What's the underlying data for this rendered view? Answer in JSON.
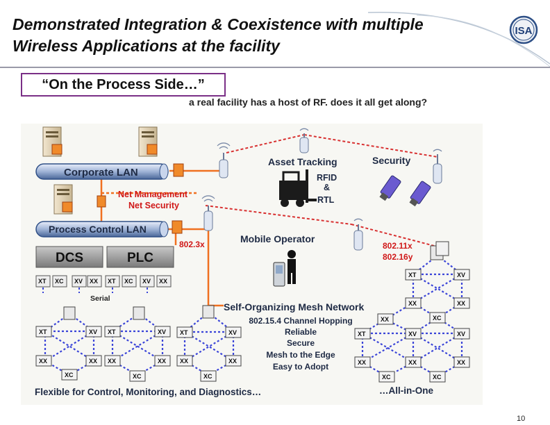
{
  "slide": {
    "title_line1": "Demonstrated Integration & Coexistence with multiple",
    "title_line2": "Wireless Applications at the facility",
    "subtitle": "“On the Process Side…”",
    "caption": "a real facility has a host of RF. does it all get along?",
    "logo_text": "ISA",
    "page_number": "10"
  },
  "diagram": {
    "corporate_lan": "Corporate LAN",
    "process_control_lan": "Process Control LAN",
    "net_management": "Net Management",
    "net_security": "Net Security",
    "std_8023x": "802.3x",
    "asset_tracking": "Asset Tracking",
    "security": "Security",
    "rfid": "RFID",
    "amp": "&",
    "rtl": "RTL",
    "mobile_operator": "Mobile Operator",
    "std_80211x": "802.11x",
    "std_80216y": "802.16y",
    "dcs": "DCS",
    "plc": "PLC",
    "serial": "Serial",
    "mesh_title": "Self-Organizing Mesh Network",
    "mesh_features": [
      "802.15.4 Channel Hopping",
      "Reliable",
      "Secure",
      "Mesh to the Edge",
      "Easy to Adopt"
    ],
    "footer_left": "Flexible for Control, Monitoring, and Diagnostics…",
    "footer_right": "…All-in-One",
    "dcs_io": [
      "XT",
      "XC",
      "XV",
      "XX"
    ],
    "plc_io": [
      "XT",
      "XC",
      "XV",
      "XX"
    ],
    "mesh1_nodes": [
      "XT",
      "XV",
      "XX",
      "XX",
      "XC"
    ],
    "mesh2_nodes": [
      "XT",
      "XV",
      "XX",
      "XX",
      "XC"
    ],
    "mesh3_nodes": [
      "XT",
      "XV",
      "XX",
      "XX",
      "XC"
    ],
    "mesh4_nodes": [
      "XT",
      "XV",
      "XX",
      "XX",
      "XC",
      "XX",
      "XC",
      "XT",
      "XV",
      "XV",
      "XX",
      "XX",
      "XX",
      "XC",
      "XC"
    ]
  },
  "colors": {
    "title_text": "#111111",
    "frame_purple": "#7a2f86",
    "lan_blue": "#2f4f86",
    "link_orange": "#f07020",
    "label_red": "#d01818",
    "mesh_blue": "#3a44d8",
    "controller_gray": "#7a7a7a"
  }
}
